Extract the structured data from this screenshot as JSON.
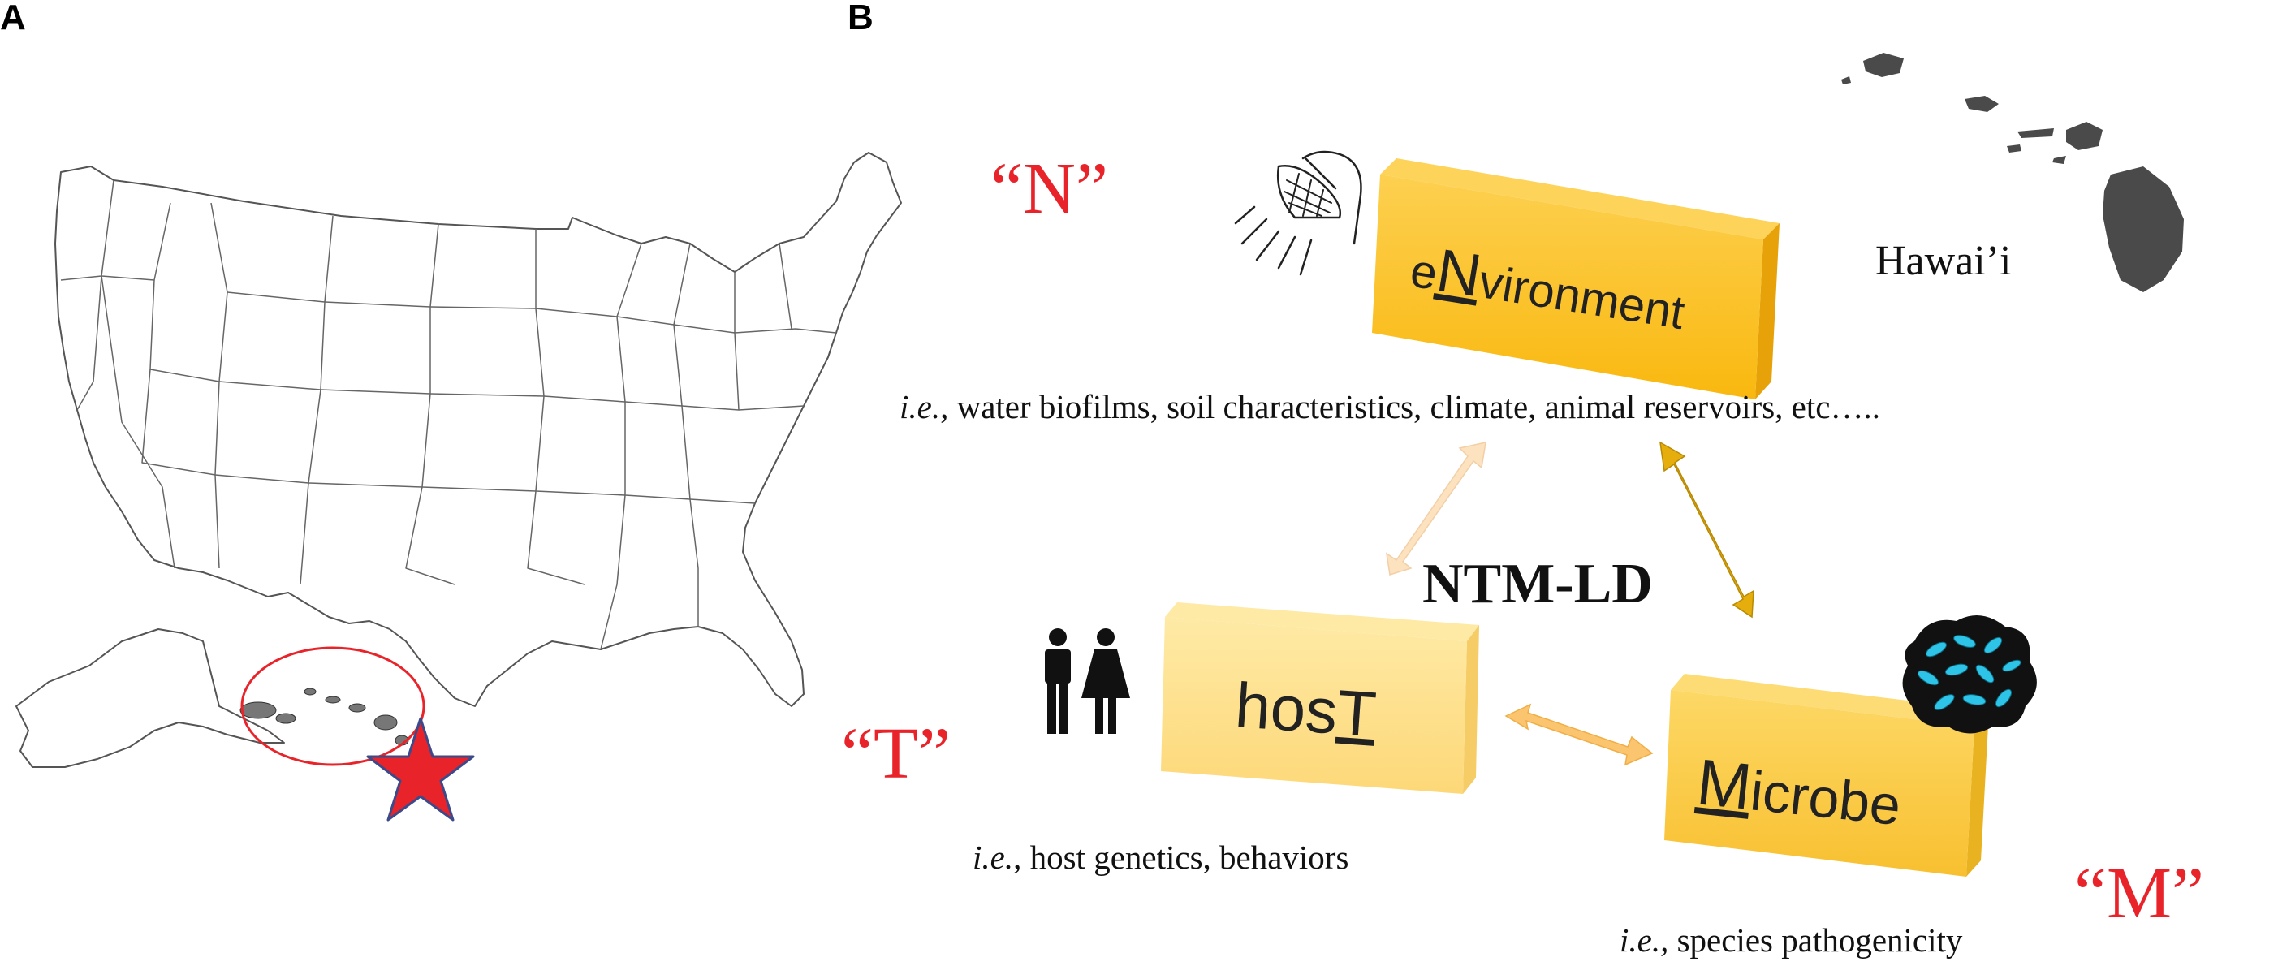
{
  "panels": {
    "a": "A",
    "b": "B"
  },
  "labels": {
    "n": "“N”",
    "t": "“T”",
    "m": "“M”",
    "hawaii": "Hawai’i",
    "center": "NTM-LD"
  },
  "boxes": {
    "environment": {
      "pre": "e",
      "key": "N",
      "post": "vironment"
    },
    "host": {
      "pre": "hos",
      "key": "T",
      "post": ""
    },
    "microbe": {
      "pre": "",
      "key": "M",
      "post": "icrobe"
    }
  },
  "descriptions": {
    "environment": {
      "ie": "i.e.",
      "text": ", water biofilms, soil characteristics, climate, animal reservoirs, etc….."
    },
    "host": {
      "ie": "i.e.",
      "text": ", host genetics, behaviors"
    },
    "microbe": {
      "ie": "i.e.,",
      "text": " species pathogenicity"
    }
  },
  "colors": {
    "red": "#e8242a",
    "box_env": "#fcc21b",
    "box_host": "#fde38a",
    "box_microbe": "#fcd151",
    "arrow_env_microbe": "#e6ae0c",
    "arrow_env_host": "#fde2bf",
    "arrow_host_microbe": "#fbc56f",
    "star": "#e8242a",
    "bacteria": "#2ec4e8"
  },
  "icons": [
    "shower-head-icon",
    "people-icon",
    "bacteria-cluster-icon",
    "star-icon",
    "hawaii-islands-icon"
  ]
}
